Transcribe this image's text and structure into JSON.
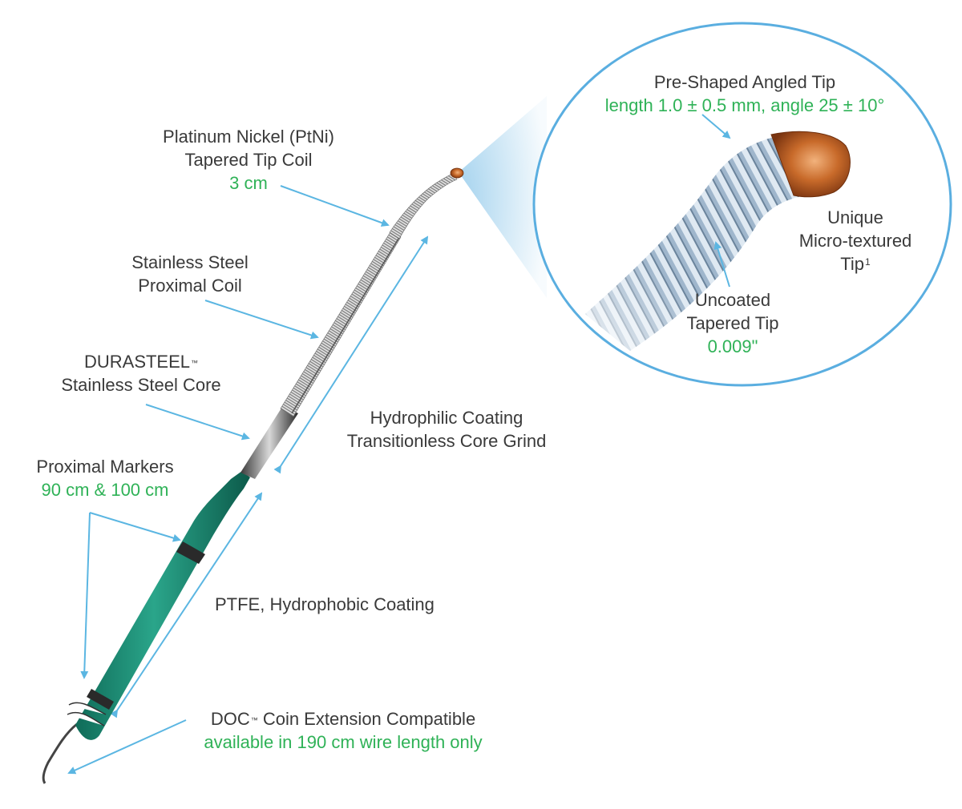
{
  "colors": {
    "label_text": "#3a3a3a",
    "accent_green": "#2fb257",
    "leader_arrow": "#5bb6e2",
    "jacket_green": "#1f8f78",
    "magnifier_ring": "#5aaee0"
  },
  "zoom": {
    "title": "Pre-Shaped Angled Tip",
    "spec": "length 1.0 ± 0.5 mm, angle 25 ± 10°",
    "micro_tip_line1": "Unique",
    "micro_tip_line2": "Micro-textured",
    "micro_tip_line3": "Tip",
    "micro_tip_note": "1",
    "uncoated_line1": "Uncoated",
    "uncoated_line2": "Tapered Tip",
    "uncoated_spec": "0.009\""
  },
  "labels": {
    "ptni_line1": "Platinum Nickel (PtNi)",
    "ptni_line2": "Tapered Tip Coil",
    "ptni_spec": "3 cm",
    "ss_coil_line1": "Stainless Steel",
    "ss_coil_line2": "Proximal Coil",
    "durasteel_name": "DURASTEEL",
    "durasteel_tm": "™",
    "durasteel_line2": "Stainless Steel Core",
    "hydrophilic_line1": "Hydrophilic Coating",
    "hydrophilic_line2": "Transitionless Core Grind",
    "markers_title": "Proximal Markers",
    "markers_spec": "90 cm & 100 cm",
    "ptfe": "PTFE, Hydrophobic Coating",
    "doc_name": "DOC",
    "doc_tm": "™",
    "doc_rest": " Coin Extension Compatible",
    "doc_spec": "available in 190 cm wire length only"
  }
}
